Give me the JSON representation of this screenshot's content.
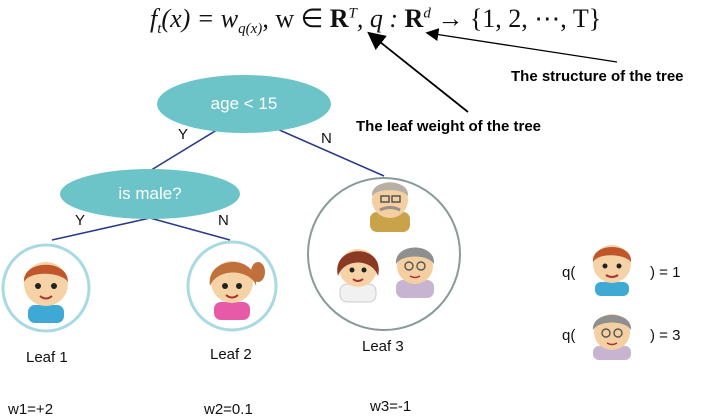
{
  "formula": {
    "lhs_f": "f",
    "lhs_sub": "t",
    "lhs_arg": "(x) = w",
    "lhs_wsub": "q(x)",
    "sep": ",   w ∈ ",
    "R": "R",
    "R_sup": "T",
    "mid": ", q : ",
    "R2": "R",
    "R2_sup": "d",
    "rhs": " → {1, 2, ⋯, T}"
  },
  "annotations": {
    "structure": "The structure of the tree",
    "leaf_weight": "The leaf weight of the tree"
  },
  "nodes": {
    "root": "age < 15",
    "inner": "is male?"
  },
  "edges": {
    "root_yes": "Y",
    "root_no": "N",
    "inner_yes": "Y",
    "inner_no": "N"
  },
  "leaves": [
    {
      "label": "Leaf 1",
      "weight": "w1=+2"
    },
    {
      "label": "Leaf 2",
      "weight": "w2=0.1"
    },
    {
      "label": "Leaf 3",
      "weight": "w3=-1"
    }
  ],
  "examples": [
    {
      "open": "q(",
      "close": ") = 1"
    },
    {
      "open": "q(",
      "close": ") = 3"
    }
  ],
  "colors": {
    "node_fill": "#6cc4c8",
    "edge": "#2b3a8a",
    "leaf_ring": "#a9d9e2",
    "leaf3_ring": "#8a9a9a"
  }
}
